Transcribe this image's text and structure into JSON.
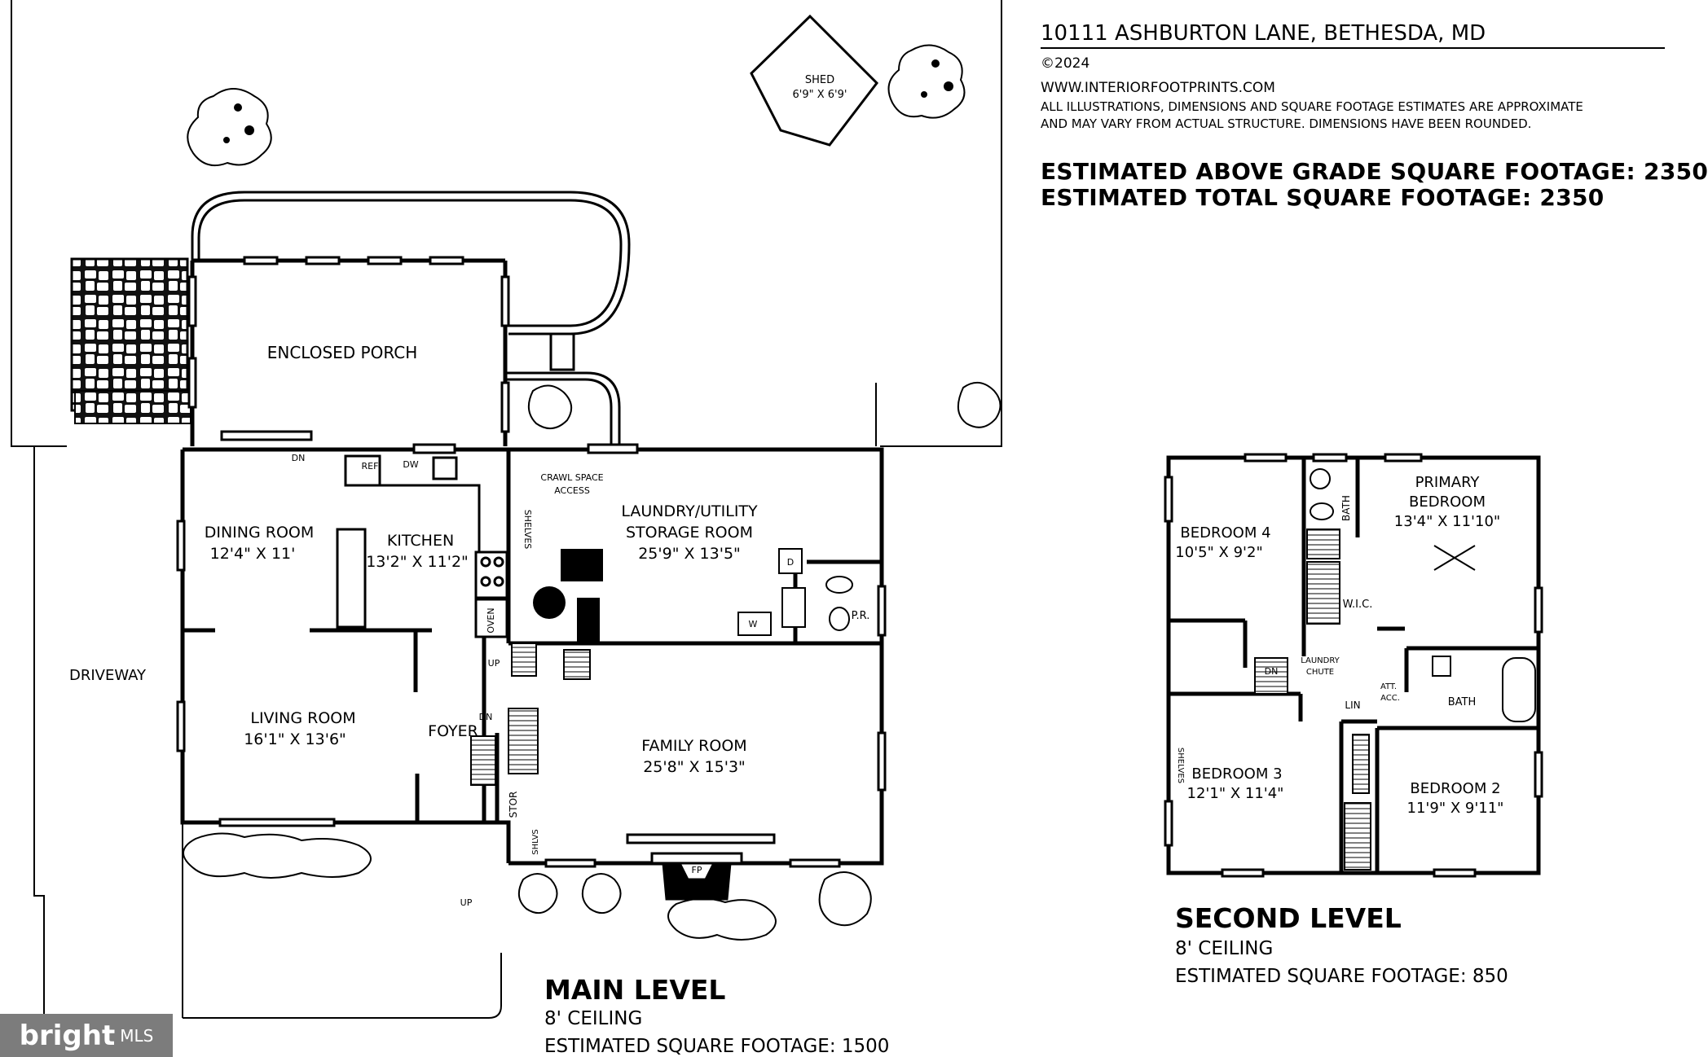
{
  "header": {
    "address": "10111 ASHBURTON LANE, BETHESDA, MD",
    "copyright": "©2024",
    "website": "WWW.INTERIORFOOTPRINTS.COM",
    "disclaimer_1": "ALL ILLUSTRATIONS, DIMENSIONS AND SQUARE FOOTAGE ESTIMATES ARE APPROXIMATE",
    "disclaimer_2": "AND MAY VARY FROM ACTUAL STRUCTURE. DIMENSIONS HAVE BEEN ROUNDED.",
    "above_grade": "ESTIMATED ABOVE GRADE SQUARE FOOTAGE: 2350",
    "total": "ESTIMATED TOTAL SQUARE FOOTAGE:  2350"
  },
  "main_level": {
    "title": "MAIN LEVEL",
    "ceiling": "8' CEILING",
    "sqft": "ESTIMATED SQUARE FOOTAGE: 1500",
    "rooms": {
      "shed": {
        "name": "SHED",
        "dim": "6'9\" X 6'9'"
      },
      "enclosed_porch": {
        "name": "ENCLOSED PORCH"
      },
      "dining_room": {
        "name": "DINING ROOM",
        "dim": "12'4\" X 11'"
      },
      "kitchen": {
        "name": "KITCHEN",
        "dim": "13'2\" X 11'2\""
      },
      "laundry": {
        "name_1": "LAUNDRY/UTILITY",
        "name_2": "STORAGE ROOM",
        "dim": "25'9\" X 13'5\""
      },
      "living_room": {
        "name": "LIVING ROOM",
        "dim": "16'1\" X 13'6\""
      },
      "foyer": {
        "name": "FOYER"
      },
      "family_room": {
        "name": "FAMILY ROOM",
        "dim": "25'8\" X 15'3\""
      },
      "driveway": {
        "name": "DRIVEWAY"
      }
    },
    "annotations": {
      "ref": "REF",
      "dw": "DW",
      "oven": "OVEN",
      "shelves": "SHELVES",
      "crawl_1": "CRAWL SPACE",
      "crawl_2": "ACCESS",
      "d": "D",
      "w": "W",
      "pr": "P.R.",
      "up_1": "UP",
      "dn_1": "DN",
      "dn_2": "DN",
      "up_2": "UP",
      "stor": "STOR",
      "shlvs": "SHLVS",
      "fp": "FP"
    }
  },
  "second_level": {
    "title": "SECOND LEVEL",
    "ceiling": "8' CEILING",
    "sqft": "ESTIMATED SQUARE FOOTAGE: 850",
    "rooms": {
      "bedroom4": {
        "name": "BEDROOM 4",
        "dim": "10'5\" X 9'2\""
      },
      "primary": {
        "name_1": "PRIMARY",
        "name_2": "BEDROOM",
        "dim": "13'4\" X 11'10\""
      },
      "bedroom3": {
        "name": "BEDROOM 3",
        "dim": "12'1\" X 11'4\""
      },
      "bedroom2": {
        "name": "BEDROOM 2",
        "dim": "11'9\" X 9'11\""
      }
    },
    "annotations": {
      "bath_1": "BATH",
      "wic": "W.I.C.",
      "dn": "DN",
      "laundry_1": "LAUNDRY",
      "laundry_2": "CHUTE",
      "att_1": "ATT.",
      "att_2": "ACC.",
      "lin": "LIN",
      "bath_2": "BATH",
      "shelves": "SHELVES"
    }
  },
  "branding": {
    "bright": "bright",
    "mls": "MLS"
  }
}
